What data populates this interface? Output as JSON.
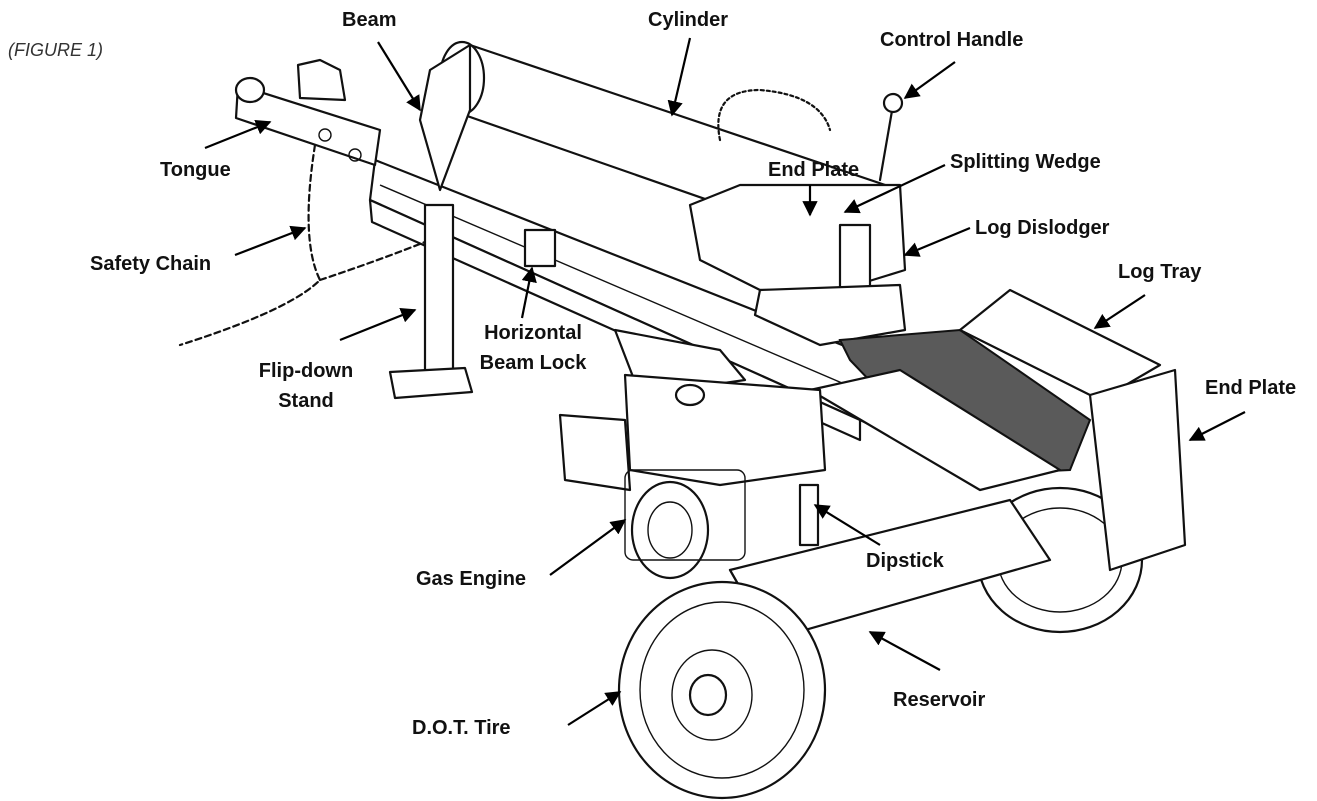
{
  "figure_caption": "(FIGURE 1)",
  "labels": {
    "beam": "Beam",
    "cylinder": "Cylinder",
    "control_handle": "Control Handle",
    "tongue": "Tongue",
    "end_plate_top": "End Plate",
    "splitting_wedge": "Splitting Wedge",
    "log_dislodger": "Log Dislodger",
    "safety_chain": "Safety Chain",
    "log_tray": "Log Tray",
    "horizontal_beam_lock_line1": "Horizontal",
    "horizontal_beam_lock_line2": "Beam Lock",
    "flip_down_stand_line1": "Flip-down",
    "flip_down_stand_line2": "Stand",
    "end_plate_right": "End Plate",
    "gas_engine": "Gas Engine",
    "dipstick": "Dipstick",
    "reservoir": "Reservoir",
    "dot_tire": "D.O.T. Tire"
  }
}
